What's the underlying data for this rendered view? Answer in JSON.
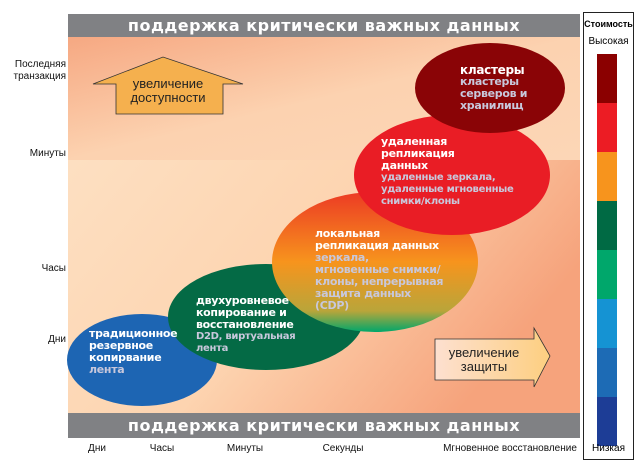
{
  "banner_top": "поддержка критически важных данных",
  "banner_bottom": "поддержка критически важных данных",
  "y_axis": [
    "Последняя транзакция",
    "Минуты",
    "Часы",
    "Дни"
  ],
  "x_axis": [
    "Дни",
    "Часы",
    "Минуты",
    "Секунды",
    "Мгновенное восстановление"
  ],
  "arrow_up": "увеличение доступности",
  "arrow_right": "увеличение защиты",
  "ellipses": [
    {
      "title": "традиционное резервное копирвание",
      "sub": "лента",
      "color": "#1d65b3"
    },
    {
      "title": "двухуровневое копирование и восстановление",
      "sub": "D2D, виртуальная лента",
      "color": "#046a45"
    },
    {
      "title": "локальная репликация данных",
      "sub": "зеркала, мгновенные снимки/клоны, непрерывная защита данных (CDP)",
      "color": "#f47b20"
    },
    {
      "title": "удаленная репликация данных",
      "sub": "удаленные зеркала, удаленные мгновенные снимки/клоны",
      "color": "#e91d25"
    },
    {
      "title": "кластеры",
      "sub": "кластеры серверов и хранилищ",
      "color": "#8a0406"
    }
  ],
  "legend": {
    "title": "Стоимость",
    "high": "Высокая",
    "low": "Низкая",
    "colors": [
      "#8b0000",
      "#ec1c24",
      "#f7941d",
      "#006a44",
      "#00a76b",
      "#1593d3",
      "#1d6bb5",
      "#1d3d96"
    ]
  }
}
